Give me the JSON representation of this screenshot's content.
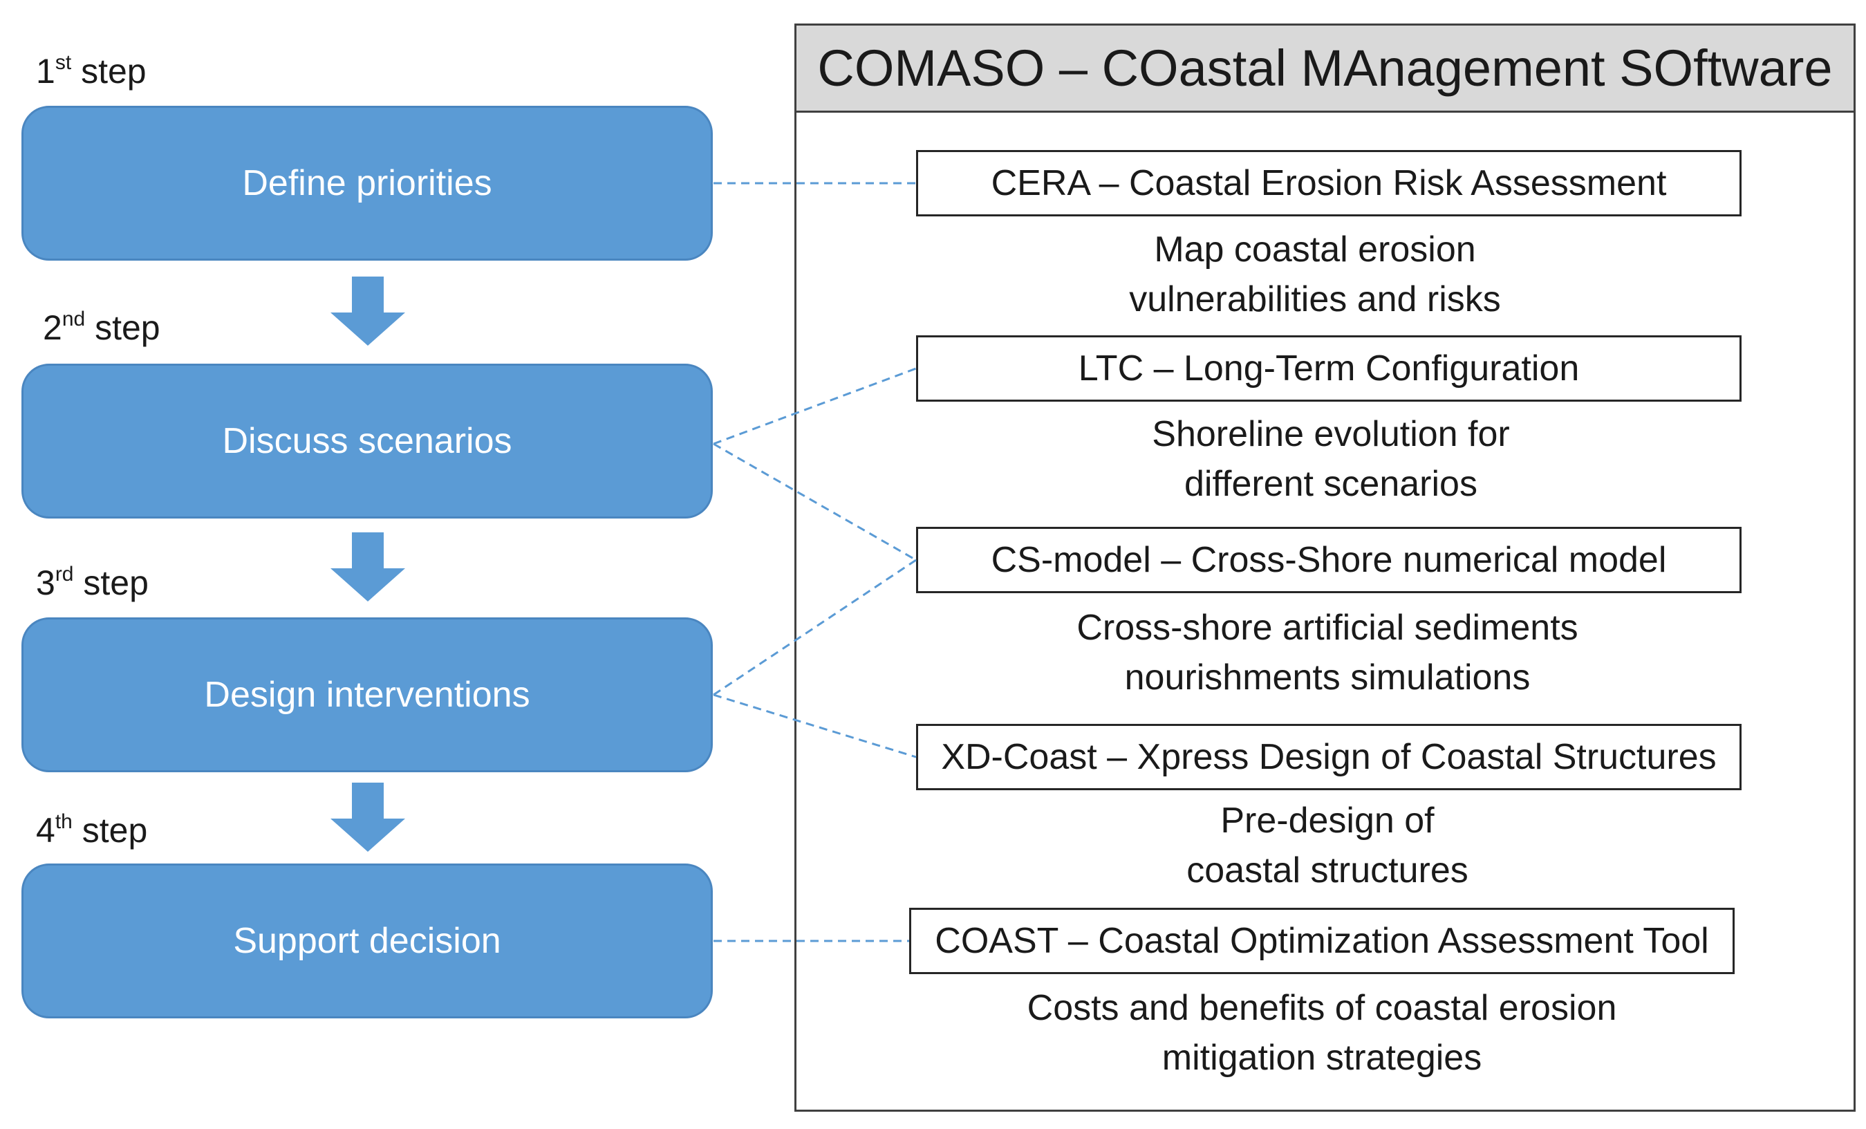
{
  "steps": [
    {
      "number": "1",
      "suffix": "st",
      "word": "step",
      "label": "Define priorities"
    },
    {
      "number": "2",
      "suffix": "nd",
      "word": "step",
      "label": "Discuss scenarios"
    },
    {
      "number": "3",
      "suffix": "rd",
      "word": "step",
      "label": "Design interventions"
    },
    {
      "number": "4",
      "suffix": "th",
      "word": "step",
      "label": "Support decision"
    }
  ],
  "panel": {
    "title": "COMASO – COastal MAnagement SOftware"
  },
  "tools": [
    {
      "name": "CERA – Coastal Erosion Risk Assessment",
      "description": [
        "Map coastal erosion",
        "vulnerabilities and risks"
      ]
    },
    {
      "name": "LTC – Long-Term Configuration",
      "description": [
        "Shoreline evolution for",
        "different scenarios"
      ]
    },
    {
      "name": "CS-model – Cross-Shore numerical model",
      "description": [
        "Cross-shore artificial sediments",
        "nourishments simulations"
      ]
    },
    {
      "name": "XD-Coast – Xpress Design of Coastal Structures",
      "description": [
        "Pre-design of",
        "coastal structures"
      ]
    },
    {
      "name": "COAST – Coastal Optimization Assessment Tool",
      "description": [
        "Costs and benefits of coastal erosion",
        "mitigation strategies"
      ]
    }
  ],
  "colors": {
    "step_fill": "#5b9bd5",
    "step_border": "#4a86c0",
    "connector": "#5b9bd5",
    "panel_header": "#d9d9d9"
  }
}
